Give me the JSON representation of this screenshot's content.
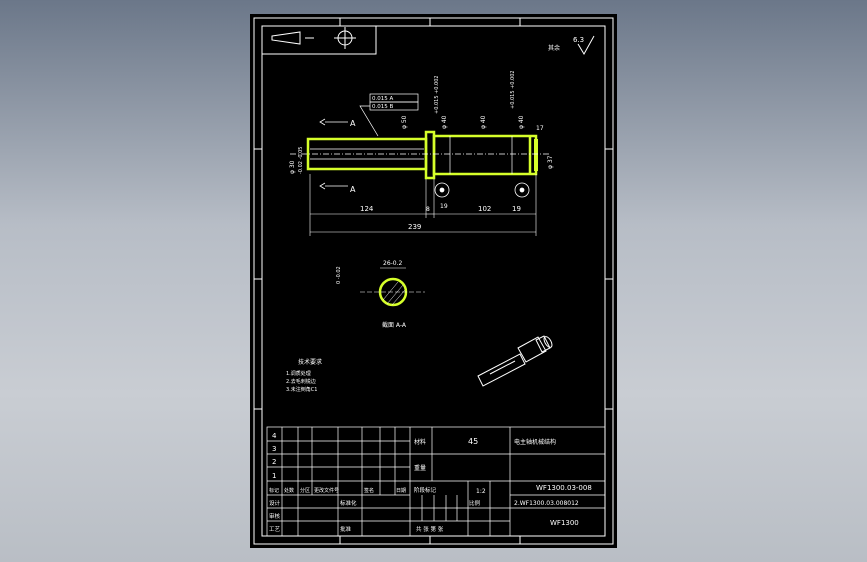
{
  "colors": {
    "viewport": "#c2c7ce",
    "paper": "#000000",
    "line": "#ffffff",
    "highlight": "#d6ff2a",
    "dim": "#cfcfcf"
  },
  "drawing": {
    "section_marker": "A",
    "dims": {
      "len_124": "124",
      "len_8": "8",
      "len_102": "102",
      "len_19": "19",
      "len_239": "239",
      "len_17": "17",
      "dia_50": "φ 50",
      "dia_40a": "φ 40",
      "dia_40b": "φ 40",
      "dia_37": "φ 37",
      "dia_30": "φ 30",
      "fit_30": "-0.02 -0.05",
      "fit_40a": "+0.015 +0.002",
      "fit_40b": "+0.015 +0.002",
      "tol_box": "0.015 A",
      "tol_box2": "0.015 B",
      "keyway": "26-0.2",
      "keyway_tol": "0 -0.02",
      "small_19": "19"
    },
    "section_title": "截面 A-A",
    "roughness": "6.3",
    "roughness_note": "其余",
    "tech_title": "技术要求",
    "tech_lines": [
      "1.调质处理",
      "2.去毛刺锐边",
      "3.未注倒角C1"
    ]
  },
  "title_block": {
    "row_nums": [
      "4",
      "3",
      "2",
      "1"
    ],
    "material_label": "材料",
    "material": "45",
    "part_name": "电主轴机械结构",
    "weight_label": "重量",
    "drawing_no": "WF1300.03-008",
    "drawing_no2": "2.WF1300.03.008012",
    "product": "WF1300",
    "scale_label": "比例",
    "scale": "1:2",
    "stage_label": "阶段标记",
    "header_cells": [
      "标记",
      "处数",
      "分区",
      "更改文件号",
      "签名",
      "日期"
    ],
    "design_label": "设计",
    "review_label": "审核",
    "process_label": "工艺",
    "std_label": "标准化",
    "approve_label": "批准",
    "sheet_label": "共 张 第 张"
  }
}
